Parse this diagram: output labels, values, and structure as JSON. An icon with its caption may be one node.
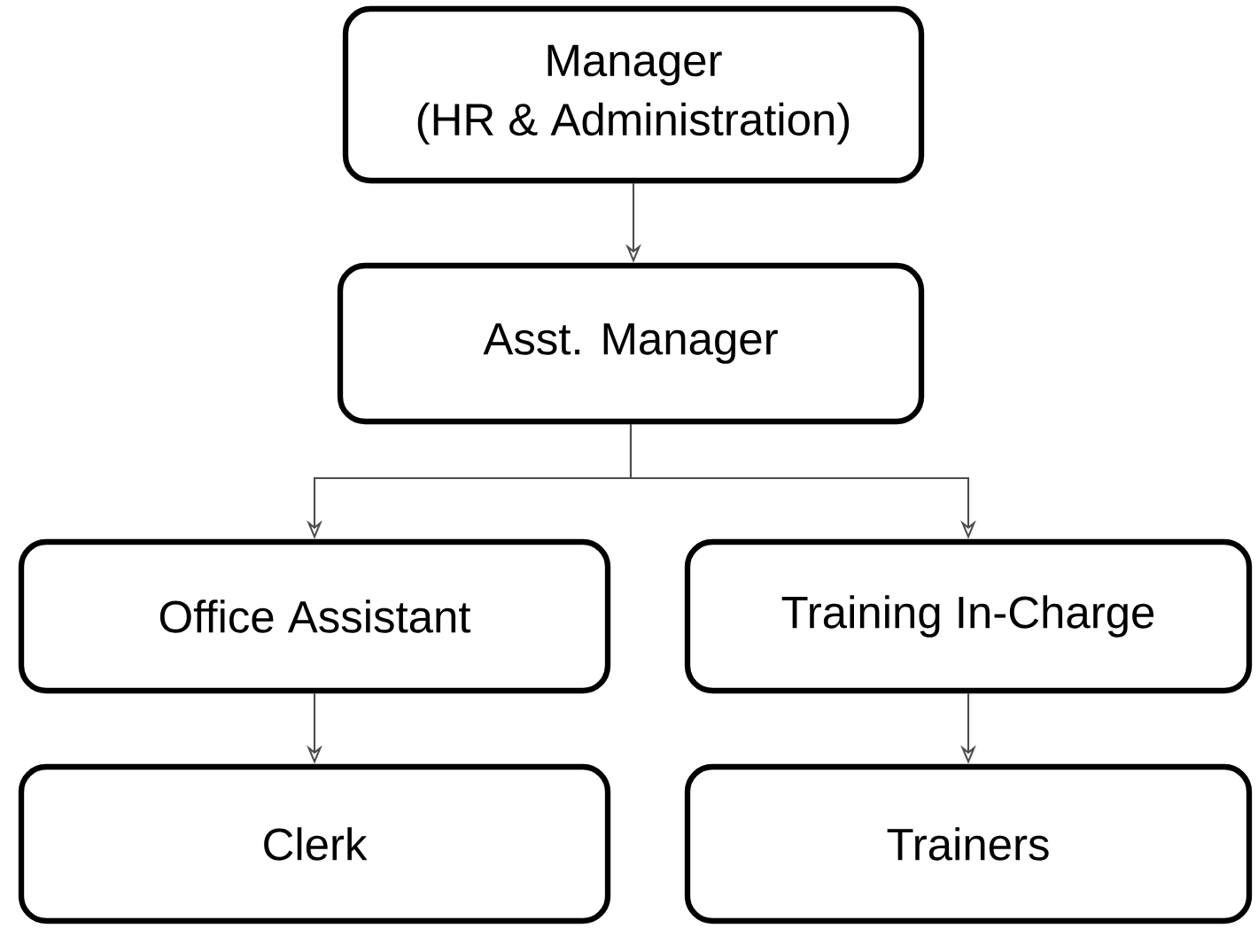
{
  "diagram": {
    "nodes": [
      {
        "text": [
          "Manager",
          "(HR & Administration)"
        ]
      },
      {
        "text": [
          "Asst. Manager"
        ]
      },
      {
        "text": [
          "Office Assistant"
        ]
      },
      {
        "text": [
          "Training In-Charge"
        ]
      },
      {
        "text": [
          "Clerk"
        ]
      },
      {
        "text": [
          "Trainers"
        ]
      }
    ],
    "edges": [
      {
        "from": 0,
        "to": 1,
        "arrow": "to"
      },
      {
        "from": 1,
        "to": 2,
        "arrow": "to"
      },
      {
        "from": 1,
        "to": 3,
        "arrow": "to"
      },
      {
        "from": 2,
        "to": 4,
        "arrow": "to"
      },
      {
        "from": 3,
        "to": 5,
        "arrow": "to"
      }
    ]
  }
}
